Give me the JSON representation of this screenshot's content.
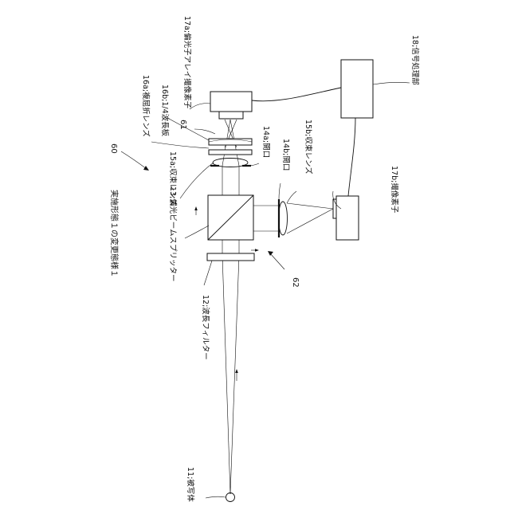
{
  "labels": {
    "object": "11;被写体",
    "wavelength_filter": "12;波長フィルター",
    "polarizing_splitter": "13;偏光ビームスプリッター",
    "aperture_a": "14a;開口",
    "aperture_b": "14b;開口",
    "lens_a": "15a;収束レンズ",
    "lens_b": "15b;収束レンズ",
    "birefringent_lens": "16a;複屈折レンズ",
    "quarter_wave_plate": "16b;1/4波長板",
    "polarizer_array_sensor": "17a;偏光子アレイ撮像素子",
    "image_sensor": "17b;撮像素子",
    "signal_processor": "18;信号処理部",
    "ref_60": "60",
    "ref_61": "61",
    "ref_62": "62",
    "title": "実施形態１の変更態様１"
  }
}
